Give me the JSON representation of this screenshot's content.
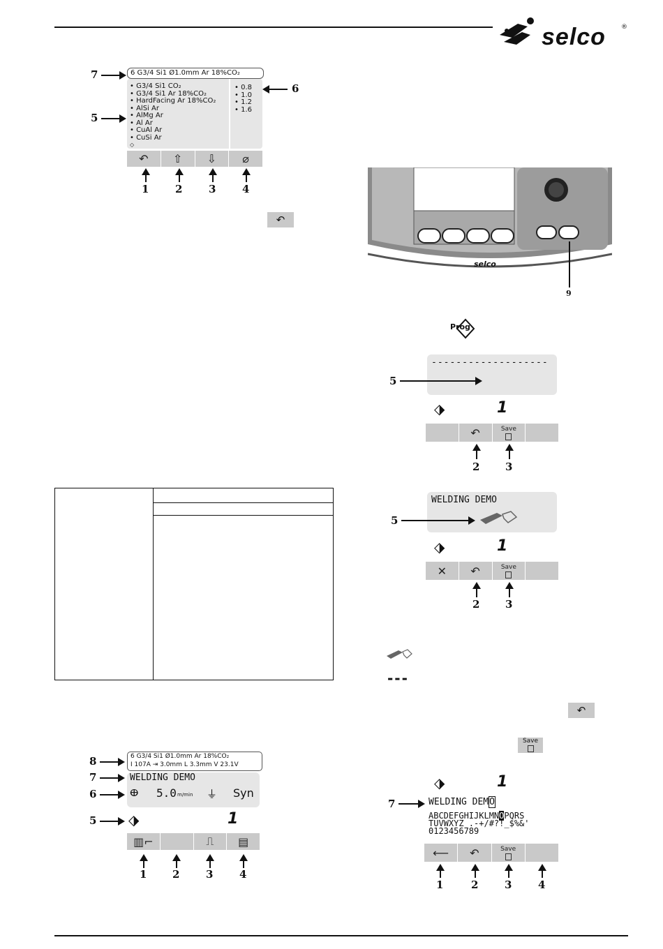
{
  "brand": {
    "name": "selco",
    "registered": "®"
  },
  "fig_top_left": {
    "header": "6 G3/4 Si1  Ø1.0mm  Ar 18%CO₂",
    "list_items": [
      "G3/4 Si1  CO₂",
      "G3/4 Si1  Ar 18%CO₂",
      "HardFacing  Ar 18%CO₂",
      "AlSi  Ar",
      "AlMg  Ar",
      "Al  Ar",
      "CuAl  Ar",
      "CuSi  Ar"
    ],
    "list_more": "◇",
    "diameters": [
      "0.8",
      "1.0",
      "1.2",
      "1.6"
    ],
    "softkeys": [
      "↶",
      "⇧",
      "⇩",
      "⌀"
    ],
    "callouts": {
      "c7": "7",
      "c5": "5",
      "c6": "6"
    },
    "key_numbers": [
      "1",
      "2",
      "3",
      "4"
    ]
  },
  "inline_icons": {
    "back": "↶",
    "prog": "Prog",
    "save": "Save"
  },
  "panel": {
    "brand_label": "selco",
    "callout": "9"
  },
  "fig_prog_empty": {
    "dashes": "-------------------",
    "cursor_digit": "1",
    "softkeys": [
      "",
      "↶",
      "Save",
      ""
    ],
    "callout": "5",
    "key_numbers": [
      "2",
      "3"
    ]
  },
  "fig_prog_demo": {
    "name": "WELDING DEMO",
    "cursor_digit": "1",
    "softkeys": [
      "✕",
      "↶",
      "Save",
      ""
    ],
    "callout": "5",
    "key_numbers": [
      "2",
      "3"
    ]
  },
  "legend_dashes": "---",
  "fig_main": {
    "header_line1": "6 G3/4 Si1  Ø1.0mm  Ar 18%CO₂",
    "header_line2": "I 107A  ⇥ 3.0mm  L 3.3mm  V 23.1V",
    "name": "WELDING DEMO",
    "speed": "5.0",
    "speed_unit": "m/min",
    "mode": "Syn",
    "cursor_digit": "1",
    "callouts": {
      "c8": "8",
      "c7": "7",
      "c6": "6",
      "c5": "5"
    },
    "key_numbers": [
      "1",
      "2",
      "3",
      "4"
    ]
  },
  "fig_keyboard": {
    "name": "WELDING DEM",
    "name_cursor": "O",
    "cursor_digit": "1",
    "charset_line1": "ABCDEFGHIJKLMN",
    "charset_sel": "O",
    "charset_line1b": "PQRS",
    "charset_line2": "TUVWXYZ .-+/#?!_$%&'",
    "charset_line3": "0123456789",
    "softkeys": [
      "⟵",
      "↶",
      "Save",
      ""
    ],
    "callout": "7",
    "key_numbers": [
      "1",
      "2",
      "3",
      "4"
    ]
  }
}
